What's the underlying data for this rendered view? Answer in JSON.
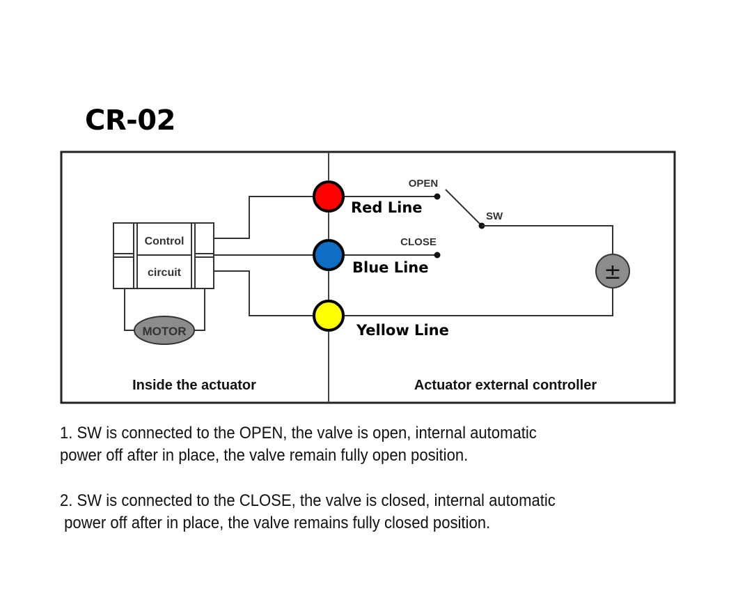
{
  "title": "CR-02",
  "diagram": {
    "sections": {
      "left": "Inside the actuator",
      "right": "Actuator external controller"
    },
    "control_circuit": {
      "line1": "Control",
      "line2": "circuit"
    },
    "motor_label": "MOTOR",
    "terminals": [
      {
        "label": "Red Line",
        "color": "#ff0000"
      },
      {
        "label": "Blue Line",
        "color": "#0f6dc4"
      },
      {
        "label": "Yellow Line",
        "color": "#ffff00"
      }
    ],
    "switch": {
      "open_label": "OPEN",
      "close_label": "CLOSE",
      "sw_label": "SW"
    },
    "power_source_symbol": "±"
  },
  "notes": {
    "note1": {
      "line1": "1. SW is connected to the OPEN, the valve is open, internal automatic",
      "line2": "power off after in place, the valve remain fully open position."
    },
    "note2": {
      "line1": "2. SW is connected to the CLOSE, the valve is closed, internal automatic",
      "line2": " power off after in place, the valve remains fully closed position."
    }
  }
}
